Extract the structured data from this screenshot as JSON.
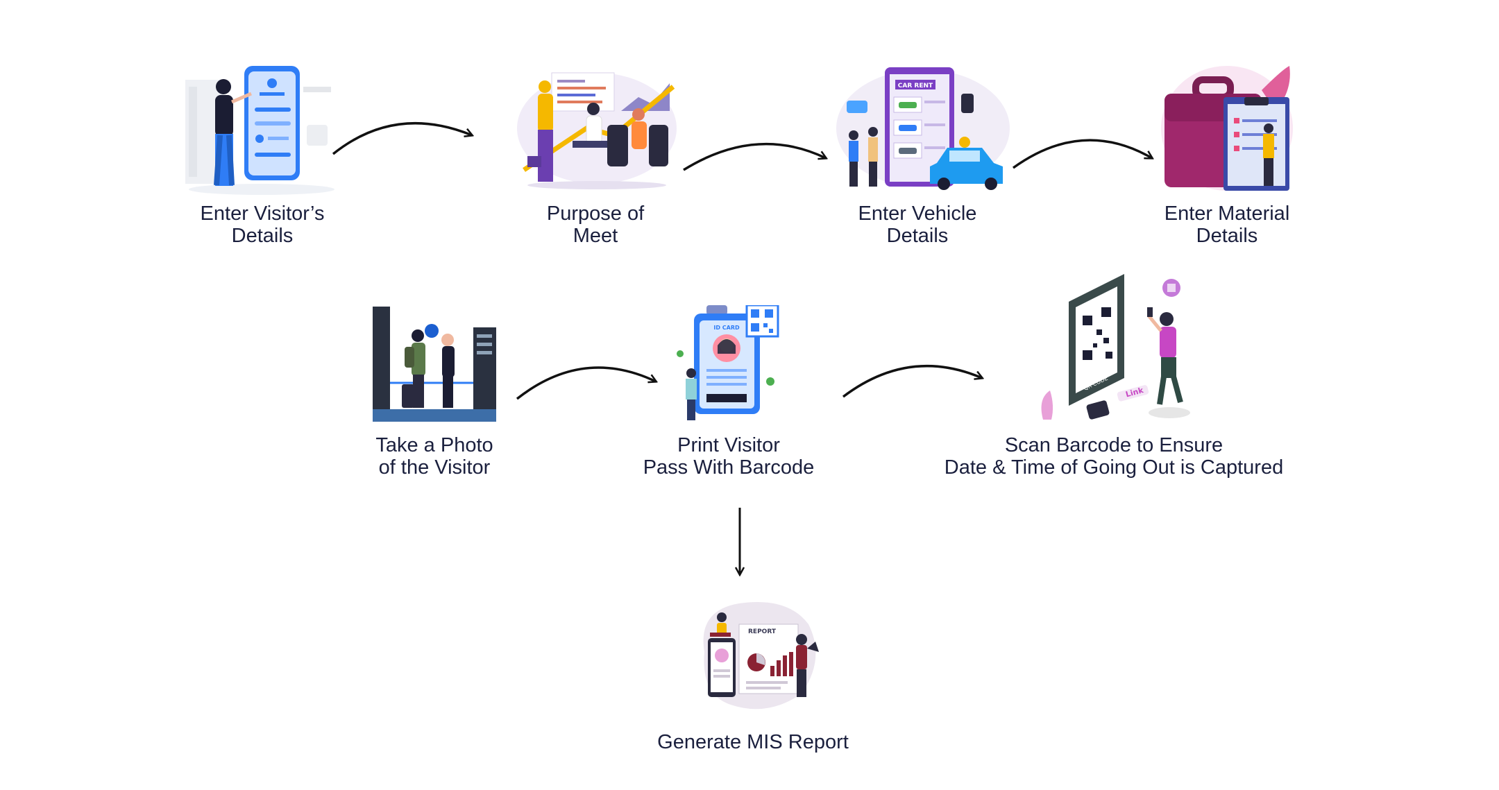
{
  "flow": {
    "steps": [
      {
        "id": "visitor-details",
        "lines": [
          "Enter Visitor’s",
          "Details"
        ],
        "icon": "visitor-form-icon"
      },
      {
        "id": "purpose",
        "lines": [
          "Purpose of",
          "Meet"
        ],
        "icon": "meeting-icon"
      },
      {
        "id": "vehicle",
        "lines": [
          "Enter Vehicle",
          "Details"
        ],
        "icon": "car-rent-icon"
      },
      {
        "id": "material",
        "lines": [
          "Enter Material",
          "Details"
        ],
        "icon": "briefcase-clipboard-icon"
      },
      {
        "id": "photo",
        "lines": [
          "Take a Photo",
          "of the Visitor"
        ],
        "icon": "security-check-icon"
      },
      {
        "id": "pass",
        "lines": [
          "Print Visitor",
          "Pass With Barcode"
        ],
        "icon": "id-card-icon"
      },
      {
        "id": "scan",
        "lines": [
          "Scan Barcode to Ensure",
          "Date & Time of Going Out is Captured"
        ],
        "icon": "qr-scan-icon"
      },
      {
        "id": "report",
        "lines": [
          "Generate MIS Report"
        ],
        "icon": "report-icon"
      }
    ],
    "illustration_text": {
      "car_rent": "CAR RENT",
      "id_card": "ID CARD",
      "qr_code": "QR CODE",
      "link": "Link",
      "report": "REPORT"
    },
    "colors": {
      "text": "#1a1f3d",
      "arrow": "#111111",
      "blue": "#2f7df6",
      "purple": "#7a3fc4",
      "magenta": "#a0286c",
      "pink": "#e8a0d8",
      "yellow": "#f5b800"
    }
  }
}
